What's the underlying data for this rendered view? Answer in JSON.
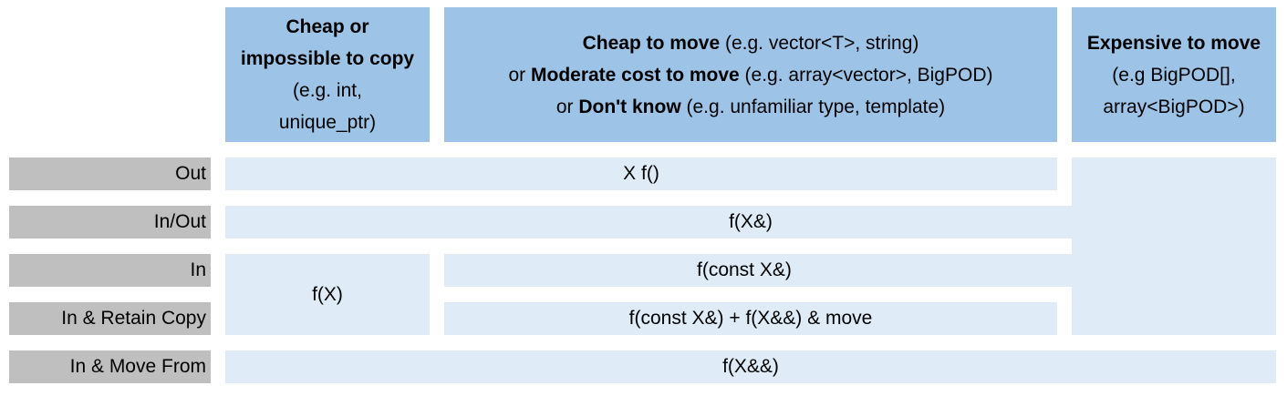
{
  "header": {
    "col1": {
      "bold_1": "Cheap or",
      "bold_2": "impossible to copy",
      "line_3": "(e.g. int,",
      "line_4": "unique_ptr)"
    },
    "col2": {
      "l1_bold": "Cheap to move",
      "l1_rest": " (e.g. vector<T>, string)",
      "l2_pre": "or ",
      "l2_bold": "Moderate cost to move",
      "l2_rest": " (e.g. array<vector>, BigPOD)",
      "l3_pre": "or ",
      "l3_bold": "Don't know",
      "l3_rest": " (e.g. unfamiliar type, template)"
    },
    "col3": {
      "bold_1": "Expensive to move",
      "line_2": "(e.g BigPOD[],",
      "line_3": "array<BigPOD>)"
    }
  },
  "rows": {
    "out": "Out",
    "in_out": "In/Out",
    "in": "In",
    "in_retain": "In & Retain Copy",
    "in_move": "In & Move From"
  },
  "cells": {
    "out": "X f()",
    "in_out": "f(X&)",
    "in_cheap": "f(X)",
    "in_const": "f(const X&)",
    "in_retain": "f(const X&) + f(X&&) & move",
    "in_move": "f(X&&)"
  }
}
